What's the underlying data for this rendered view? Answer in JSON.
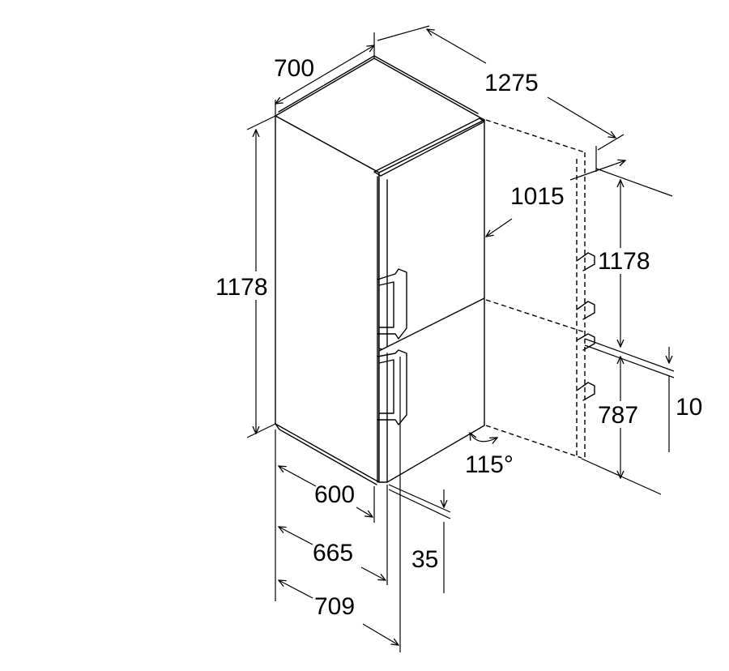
{
  "dimensions": {
    "width_top": "700",
    "depth_door_open": "1275",
    "depth_open_mid": "1015",
    "height_left": "1178",
    "height_right": "1178",
    "height_lower": "787",
    "gap_right": "10",
    "width_bottom_600": "600",
    "width_bottom_665": "665",
    "width_bottom_709": "709",
    "foot_height": "35",
    "door_angle": "115°"
  },
  "colors": {
    "line": "#000000",
    "background": "#ffffff"
  }
}
